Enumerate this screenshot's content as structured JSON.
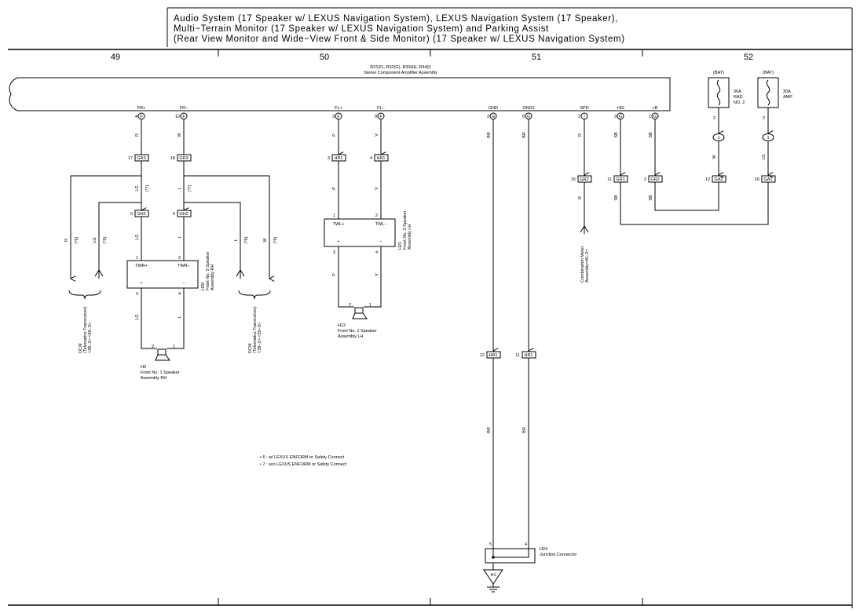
{
  "title": {
    "line1": "Audio System (17 Speaker w/ LEXUS Navigation System), LEXUS Navigation System (17 Speaker),",
    "line2": "Multi−Terrain Monitor (17 Speaker w/ LEXUS Navigation System) and Parking Assist",
    "line3": "(Rear View Monitor and Wide−View Front & Side Monitor) (17 Speaker w/ LEXUS Navigation System)"
  },
  "columns": [
    "49",
    "50",
    "51",
    "52"
  ],
  "amplifier": {
    "ref": "R31(F), R32(G), R33(H), R34(I)",
    "name": "Stereo Component Amplifier Assembly"
  },
  "amp_pins": [
    {
      "label": "FR+",
      "pin": "4",
      "conn": "F"
    },
    {
      "label": "FR−",
      "pin": "10",
      "conn": "F"
    },
    {
      "label": "FL+",
      "pin": "3",
      "conn": "F"
    },
    {
      "label": "FL−",
      "pin": "9",
      "conn": "F"
    },
    {
      "label": "GND",
      "pin": "2",
      "conn": "G"
    },
    {
      "label": "GND2",
      "pin": "6",
      "conn": "G"
    },
    {
      "label": "SPD",
      "pin": "2",
      "conn": "I"
    },
    {
      "label": "+B2",
      "pin": "3",
      "conn": "G"
    },
    {
      "label": "+B",
      "pin": "1",
      "conn": "G"
    }
  ],
  "fuses": [
    {
      "source": "(BAT)",
      "rating": "30A",
      "name1": "RAD",
      "name2": "NO. 2",
      "pin": "2",
      "junction": "1"
    },
    {
      "source": "(BAT)",
      "rating": "30A",
      "name1": "AMP",
      "name2": "",
      "pin": "2",
      "junction": "1"
    }
  ],
  "wire_colors": {
    "fr_plus": "R",
    "fr_minus": "W",
    "fl_plus": "P",
    "fl_minus": "V",
    "gnd": "BR",
    "gnd2": "BR",
    "spd": "R",
    "b2": "SB",
    "b": "SB",
    "fuse1": "W",
    "fuse2": "LG",
    "lg": "LG",
    "l": "L",
    "note7": "(*7)",
    "note6": "(*6)"
  },
  "connectors": {
    "gr3_17": {
      "pin": "17",
      "id": "GR3"
    },
    "gr3_18": {
      "pin": "18",
      "id": "GR3"
    },
    "gh2_5": {
      "pin": "5",
      "id": "GH2"
    },
    "gh2_6": {
      "pin": "6",
      "id": "GH2"
    },
    "hr1_3": {
      "pin": "3",
      "id": "HR1"
    },
    "hr1_4": {
      "pin": "4",
      "id": "HR1"
    },
    "gr2_15": {
      "pin": "15",
      "id": "GR2"
    },
    "gr1_11": {
      "pin": "11",
      "id": "GR1"
    },
    "gr2_2": {
      "pin": "2",
      "id": "GR2"
    },
    "ga2_12": {
      "pin": "12",
      "id": "GA2"
    },
    "ga1_16": {
      "pin": "16",
      "id": "GA1"
    },
    "hr1_12": {
      "pin": "12",
      "id": "HR1"
    },
    "hr1_11": {
      "pin": "11",
      "id": "HR1"
    }
  },
  "components": {
    "h20": {
      "ref": "H20",
      "name1": "Front No. 3 Speaker",
      "name2": "Assembly RH",
      "pin_plus": "TWR+",
      "pin_minus": "TWR−",
      "sym_plus": "+",
      "sym_minus": "−",
      "p1": "1",
      "p2": "2",
      "p3": "3",
      "p4": "4"
    },
    "h21": {
      "ref": "H21",
      "name1": "Front No. 3 Speaker",
      "name2": "Assembly LH",
      "pin_plus": "TWL+",
      "pin_minus": "TWL−",
      "sym_plus": "+",
      "sym_minus": "−",
      "p1": "1",
      "p2": "2",
      "p3": "3",
      "p4": "4"
    },
    "h9": {
      "ref": "H9",
      "name1": "Front No. 1 Speaker",
      "name2": "Assembly RH",
      "p1": "1",
      "p2": "2"
    },
    "h12": {
      "ref": "H12",
      "name1": "Front No. 1 Speaker",
      "name2": "Assembly LH",
      "p1": "1",
      "p2": "2"
    },
    "h24": {
      "ref": "H24",
      "name": "Junction Connector",
      "p4": "4",
      "p5": "5"
    },
    "ground": {
      "id": "H1"
    }
  },
  "dcm": {
    "line1": "DCM",
    "line2": "(Telematics Transceiver)",
    "line3": "<39−2> <39−3>"
  },
  "combination_meter": {
    "line1": "Combination Meter",
    "line2": "Assembly<45−2>"
  },
  "notes": [
    "• 6 : w/ LEXUS ENFORM or Safety Connect",
    "• 7 : w/o LEXUS ENFORM or Safety Connect"
  ]
}
